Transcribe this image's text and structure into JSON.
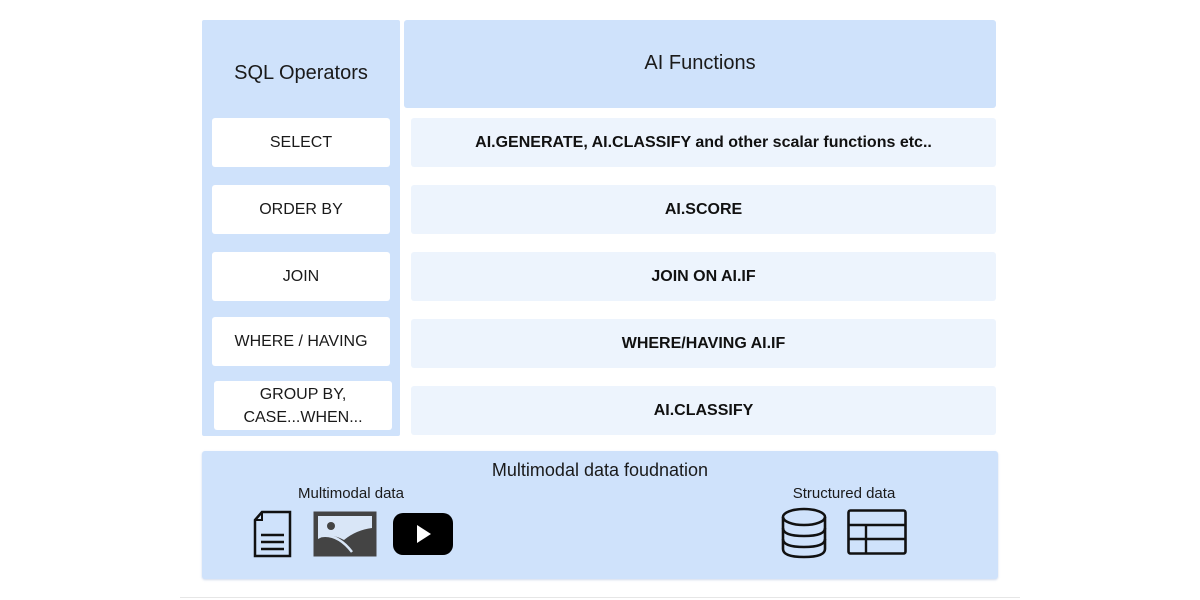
{
  "sql_operators": {
    "title": "SQL Operators",
    "items": [
      {
        "label": "SELECT"
      },
      {
        "label": "ORDER BY"
      },
      {
        "label": "JOIN"
      },
      {
        "label": "WHERE / HAVING"
      },
      {
        "label": "GROUP BY,\nCASE...WHEN..."
      }
    ]
  },
  "ai_functions": {
    "title": "AI Functions",
    "items": [
      {
        "label": "AI.GENERATE, AI.CLASSIFY and other scalar functions etc.."
      },
      {
        "label": "AI.SCORE"
      },
      {
        "label": "JOIN ON AI.IF"
      },
      {
        "label": "WHERE/HAVING AI.IF"
      },
      {
        "label": "AI.CLASSIFY"
      }
    ]
  },
  "foundation": {
    "title": "Multimodal data foudnation",
    "multimodal": {
      "label": "Multimodal data",
      "icons": [
        "document-icon",
        "image-icon",
        "video-play-icon"
      ]
    },
    "structured": {
      "label": "Structured data",
      "icons": [
        "database-icon",
        "table-icon"
      ]
    }
  },
  "colors": {
    "panel_blue": "#cfe2fb",
    "row_light_blue": "#edf4fd",
    "box_white": "#ffffff",
    "text": "#111111"
  }
}
